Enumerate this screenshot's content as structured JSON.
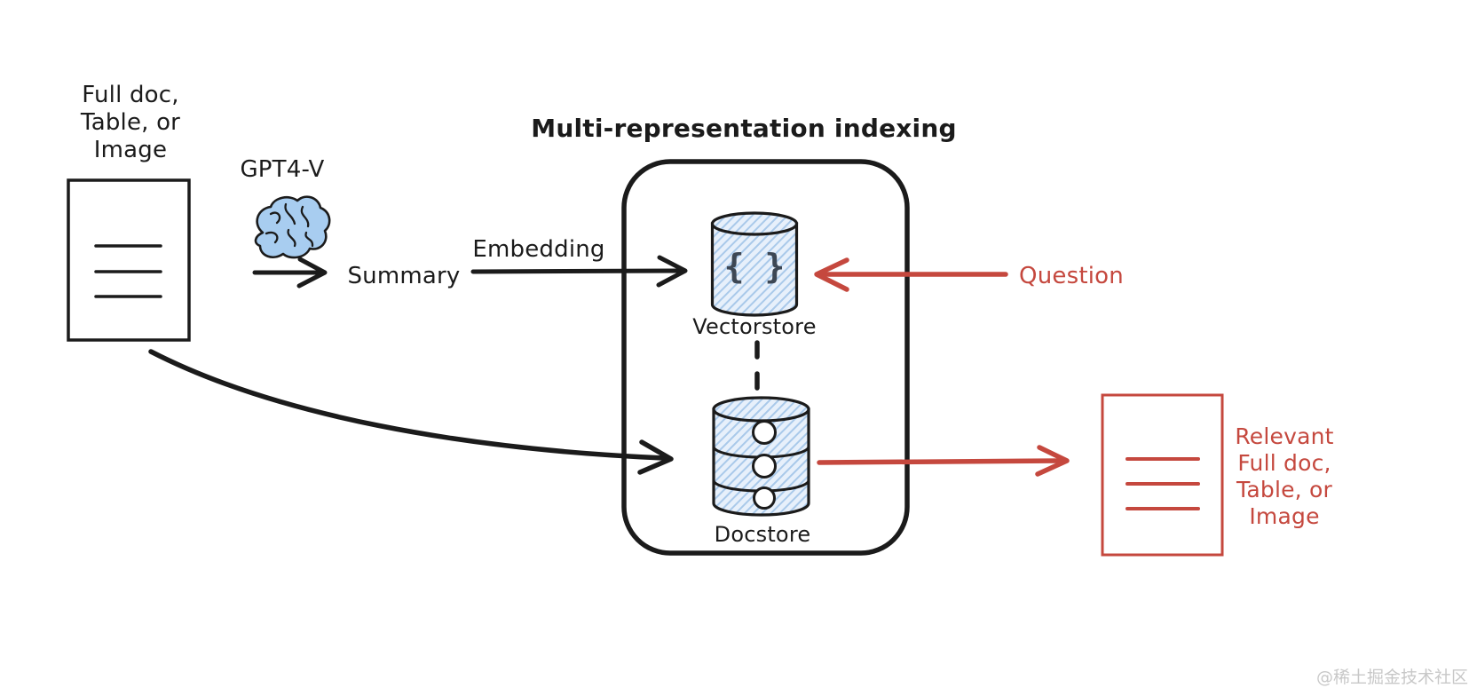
{
  "diagram": {
    "type": "flow-sketch",
    "title": "Multi-representation indexing",
    "labels": {
      "source_doc": "Full doc,\nTable, or\nImage",
      "model": "GPT4-V",
      "summary": "Summary",
      "embedding": "Embedding",
      "vectorstore": "Vectorstore",
      "docstore": "Docstore",
      "question": "Question",
      "result_doc": "Relevant\nFull doc,\nTable, or\nImage",
      "brace_glyph": "{ }"
    },
    "nodes": [
      {
        "id": "source-document",
        "kind": "document-sketch",
        "label": "Full doc, Table, or Image"
      },
      {
        "id": "gpt4v",
        "kind": "brain-icon",
        "label": "GPT4-V"
      },
      {
        "id": "summary",
        "kind": "text",
        "label": "Summary"
      },
      {
        "id": "vectorstore",
        "kind": "cylinder",
        "label": "Vectorstore",
        "glyph": "{ }"
      },
      {
        "id": "docstore",
        "kind": "stacked-cylinder",
        "label": "Docstore"
      },
      {
        "id": "result-document",
        "kind": "document-sketch",
        "label": "Relevant Full doc, Table, or Image"
      }
    ],
    "edges": [
      {
        "from": "source-document",
        "to": "summary",
        "via": "gpt4v",
        "color": "black"
      },
      {
        "from": "summary",
        "to": "vectorstore",
        "label": "Embedding",
        "color": "black"
      },
      {
        "from": "source-document",
        "to": "docstore",
        "color": "black",
        "style": "curved"
      },
      {
        "from": "question",
        "to": "vectorstore",
        "label": "Question",
        "color": "red"
      },
      {
        "from": "vectorstore",
        "to": "docstore",
        "color": "black",
        "style": "dashed"
      },
      {
        "from": "docstore",
        "to": "result-document",
        "color": "red"
      }
    ],
    "colors": {
      "ink": "#1b1b1b",
      "accent_red": "#c5483e",
      "store_fill": "#e7f0fb",
      "store_hatch": "#a9c9ea",
      "brain_fill": "#a8cdf0",
      "brace_color": "#3d4754",
      "watermark_gray": "#c8c8c8"
    }
  },
  "watermark": "@稀土掘金技术社区"
}
